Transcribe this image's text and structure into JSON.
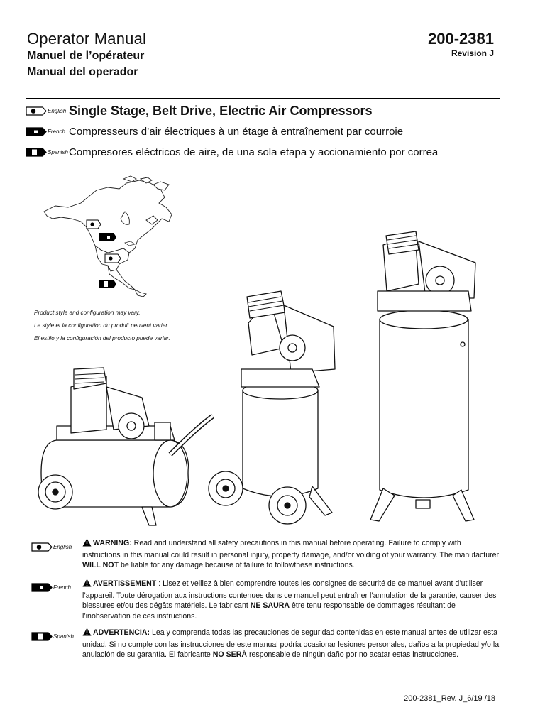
{
  "header": {
    "title_en": "Operator Manual",
    "title_fr": "Manuel de l’opérateur",
    "title_es": "Manual del operador",
    "doc_number": "200-2381",
    "revision": "Revision J"
  },
  "languages": {
    "english": "English",
    "french": "French",
    "spanish": "Spanish"
  },
  "product_titles": {
    "en": "Single Stage, Belt Drive, Electric Air Compressors",
    "fr": "Compresseurs d’air électriques à un étage à entraînement par courroie",
    "es": "Compresores eléctricos de aire, de una sola etapa y accionamiento por correa"
  },
  "notes": {
    "en": "Product style and configuration may vary.",
    "fr": "Le style et la configuration du produit peuvent varier.",
    "es": "El estilo y la configuración del producto puede variar."
  },
  "warnings": {
    "en": {
      "label": "WARNING:",
      "text1": " Read and understand all safety precautions in this manual before operating. Failure to comply with instructions in this manual could result in personal injury, property damage, and/or voiding of your warranty. The manufacturer ",
      "bold": "WILL NOT",
      "text2": " be liable for any damage because of failure to followthese instructions."
    },
    "fr": {
      "label": "AVERTISSEMENT",
      "text1": " : Lisez et veillez à bien comprendre toutes les consignes de sécurité de ce manuel avant d’utiliser l’appareil. Toute dérogation aux instructions contenues dans ce manuel peut entraîner l’annulation de la garantie, causer des blessures et/ou des dégâts matériels. Le fabricant ",
      "bold": "NE SAURA",
      "text2": " être tenu responsable de dommages résultant de l’inobservation de ces instructions."
    },
    "es": {
      "label": "ADVERTENCIA:",
      "text1": " Lea y comprenda todas las precauciones de seguridad contenidas en este manual antes de utilizar esta unidad. Si no cumple con las instrucciones de este manual podría ocasionar lesiones personales, daños a la propiedad y/o la anulación de su garantía. El fabricante ",
      "bold": "NO SERÁ",
      "text2": " responsable de ningún daño por no acatar estas instrucciones."
    }
  },
  "footer": {
    "code": "200-2381_Rev. J_6/19 /18"
  },
  "icons": {
    "english_flag": "english-language-flag-icon",
    "french_flag": "french-language-flag-icon",
    "spanish_flag": "spanish-language-flag-icon",
    "warning": "warning-triangle-icon"
  }
}
